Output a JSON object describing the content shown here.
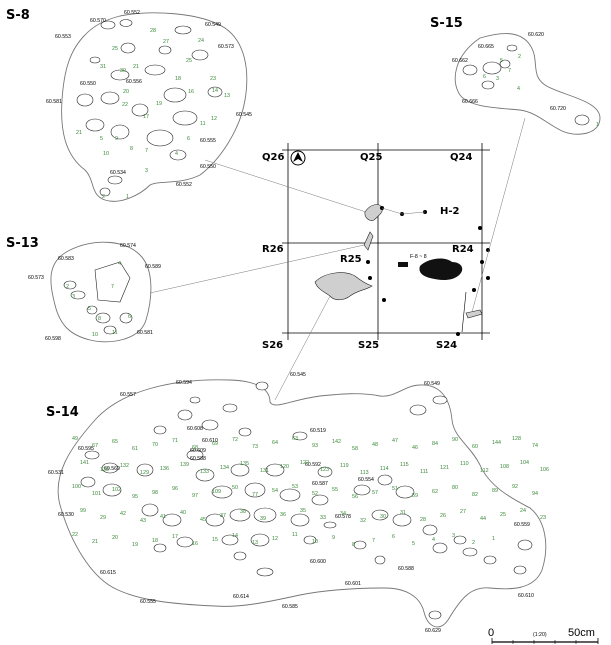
{
  "sheets": {
    "s8": {
      "title": "S-8",
      "elevations": [
        "60.552",
        "60.570",
        "60.549",
        "60.553",
        "60.573",
        "60.556",
        "60.550",
        "60.581",
        "60.545",
        "60.555",
        "60.550",
        "60.552",
        "60.534"
      ],
      "numbers": [
        "28",
        "25",
        "27",
        "24",
        "21",
        "25",
        "30",
        "31",
        "18",
        "23",
        "20",
        "16",
        "14",
        "13",
        "22",
        "19",
        "12",
        "11",
        "17",
        "21",
        "9",
        "8",
        "5",
        "10",
        "6",
        "7",
        "3",
        "4",
        "2",
        "1"
      ]
    },
    "s15": {
      "title": "S-15",
      "elevations": [
        "60.620",
        "60.665",
        "60.662",
        "60.666",
        "60.720"
      ],
      "numbers": [
        "2",
        "7",
        "6",
        "5",
        "3",
        "4",
        "1"
      ]
    },
    "s13": {
      "title": "S-13",
      "elevations": [
        "60.574",
        "60.583",
        "60.589",
        "60.573",
        "60.581",
        "60.598"
      ],
      "numbers": [
        "4",
        "7",
        "2",
        "3",
        "5",
        "8",
        "6",
        "10",
        "11"
      ]
    },
    "s14": {
      "title": "S-14",
      "elevations": [
        "60.545",
        "60.557",
        "60.594",
        "60.549",
        "60.519",
        "60.595",
        "60.588",
        "60.609",
        "60.531",
        "60.569",
        "60.592",
        "60.587",
        "60.530",
        "60.554",
        "60.578",
        "60.559",
        "60.608",
        "60.610",
        "60.600",
        "60.601",
        "60.588",
        "60.610",
        "60.615",
        "60.555",
        "60.614",
        "60.585",
        "60.629"
      ],
      "numbers": [
        "49",
        "67",
        "65",
        "61",
        "70",
        "71",
        "68",
        "69",
        "72",
        "73",
        "64",
        "63",
        "93",
        "142",
        "58",
        "48",
        "47",
        "46",
        "84",
        "90",
        "60",
        "144",
        "128",
        "74",
        "141",
        "130",
        "132",
        "129",
        "136",
        "139",
        "133",
        "134",
        "135",
        "131",
        "120",
        "122",
        "123",
        "119",
        "113",
        "114",
        "115",
        "111",
        "121",
        "110",
        "112",
        "108",
        "104",
        "106",
        "100",
        "101",
        "102",
        "95",
        "98",
        "96",
        "97",
        "109",
        "50",
        "77",
        "54",
        "53",
        "52",
        "55",
        "56",
        "57",
        "51",
        "59",
        "62",
        "80",
        "82",
        "89",
        "92",
        "94",
        "99",
        "29",
        "42",
        "43",
        "41",
        "40",
        "45",
        "37",
        "38",
        "39",
        "36",
        "35",
        "33",
        "34",
        "32",
        "30",
        "31",
        "28",
        "26",
        "27",
        "44",
        "25",
        "24",
        "23",
        "22",
        "21",
        "20",
        "19",
        "18",
        "17",
        "16",
        "15",
        "14",
        "13",
        "12",
        "11",
        "10",
        "9",
        "8",
        "7",
        "6",
        "5",
        "4",
        "3",
        "2",
        "1"
      ]
    }
  },
  "key_map": {
    "grid_labels": [
      "Q26",
      "Q25",
      "Q24",
      "R26",
      "R25",
      "R24",
      "S26",
      "S25",
      "S24"
    ],
    "labels": [
      "H-2",
      "F-8 ~ 8"
    ],
    "north_icon": "north-arrow-icon"
  },
  "scale": {
    "start": "0",
    "middle": "(1:20)",
    "end": "50cm"
  }
}
